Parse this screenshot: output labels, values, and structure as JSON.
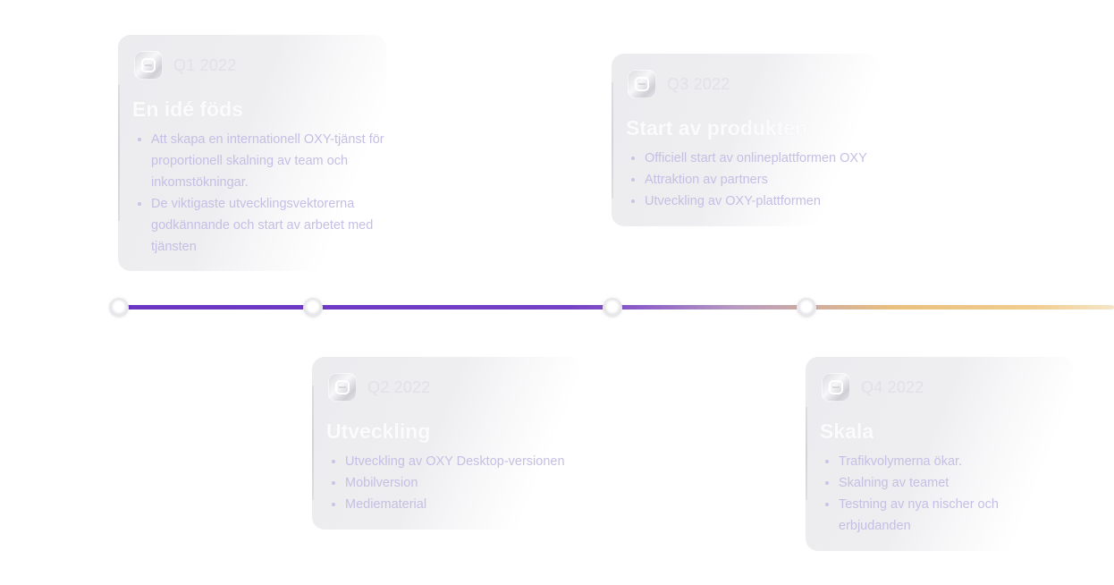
{
  "timeline": {
    "milestones": [
      {
        "quarter": "Q1 2022",
        "title": "En idé föds",
        "points": [
          "Att skapa en internationell OXY-tjänst för proportionell skalning av team och inkomstökningar.",
          "De viktigaste utvecklingsvektorerna godkännande och start av arbetet med tjänsten"
        ]
      },
      {
        "quarter": "Q2 2022",
        "title": "Utveckling",
        "points": [
          "Utveckling av OXY Desktop-versionen",
          "Mobilversion",
          "Mediematerial"
        ]
      },
      {
        "quarter": "Q3 2022",
        "title": "Start av produkten",
        "points": [
          "Officiell start av onlineplattformen OXY",
          "Attraktion av partners",
          "Utveckling av OXY-plattformen"
        ]
      },
      {
        "quarter": "Q4 2022",
        "title": "Skala",
        "points": [
          "Trafikvolymerna ökar.",
          "Skalning av teamet",
          "Testning av nya nischer och erbjudanden"
        ]
      }
    ],
    "colors": {
      "line_start": "#6a35c2",
      "line_end": "#f1cd8f",
      "bullet_text": "#c5bfe4"
    }
  }
}
